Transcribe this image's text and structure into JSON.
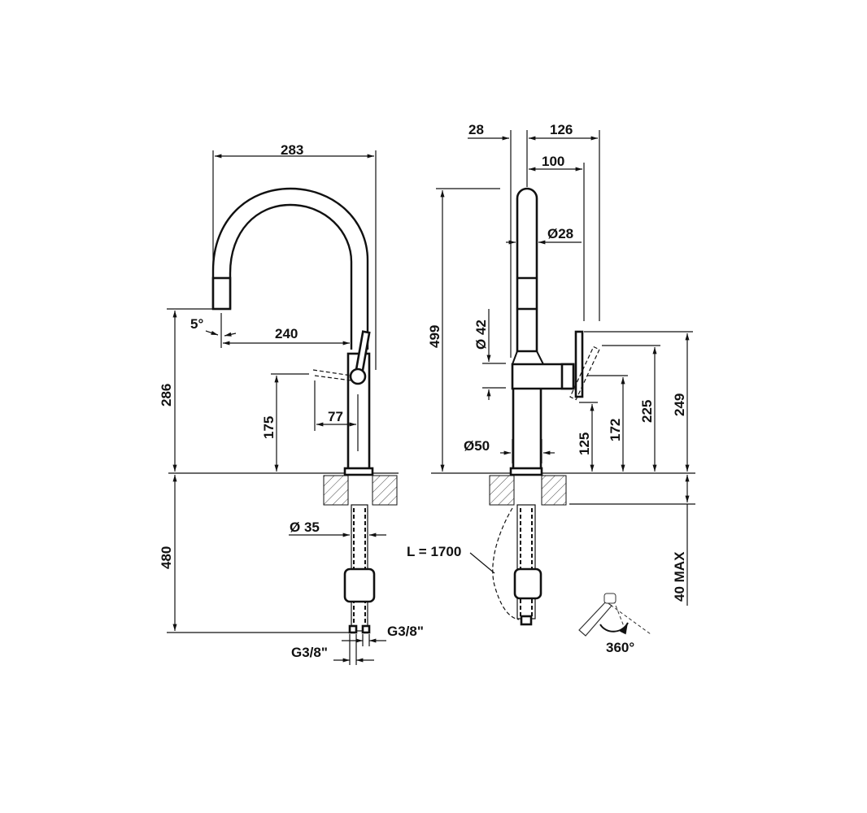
{
  "drawing": {
    "front_view": {
      "width_total": "283",
      "spout_reach": "240",
      "spray_angle": "5°",
      "spout_height": "286",
      "lever_height": "175",
      "lever_offset": "77",
      "tube_diameter": "Ø 35",
      "below_deck_length": "480",
      "connection_right": "G3/8\"",
      "connection_left": "G3/8\""
    },
    "side_view": {
      "offset_back": "28",
      "depth_total": "126",
      "lever_depth": "100",
      "pipe_diameter": "Ø28",
      "handle_diameter": "Ø 42",
      "total_height": "499",
      "base_diameter": "Ø50",
      "h1": "125",
      "h2": "172",
      "h3": "225",
      "h4": "249",
      "deck_thickness": "40 MAX",
      "hose_length": "L = 1700",
      "rotation": "360°"
    }
  }
}
